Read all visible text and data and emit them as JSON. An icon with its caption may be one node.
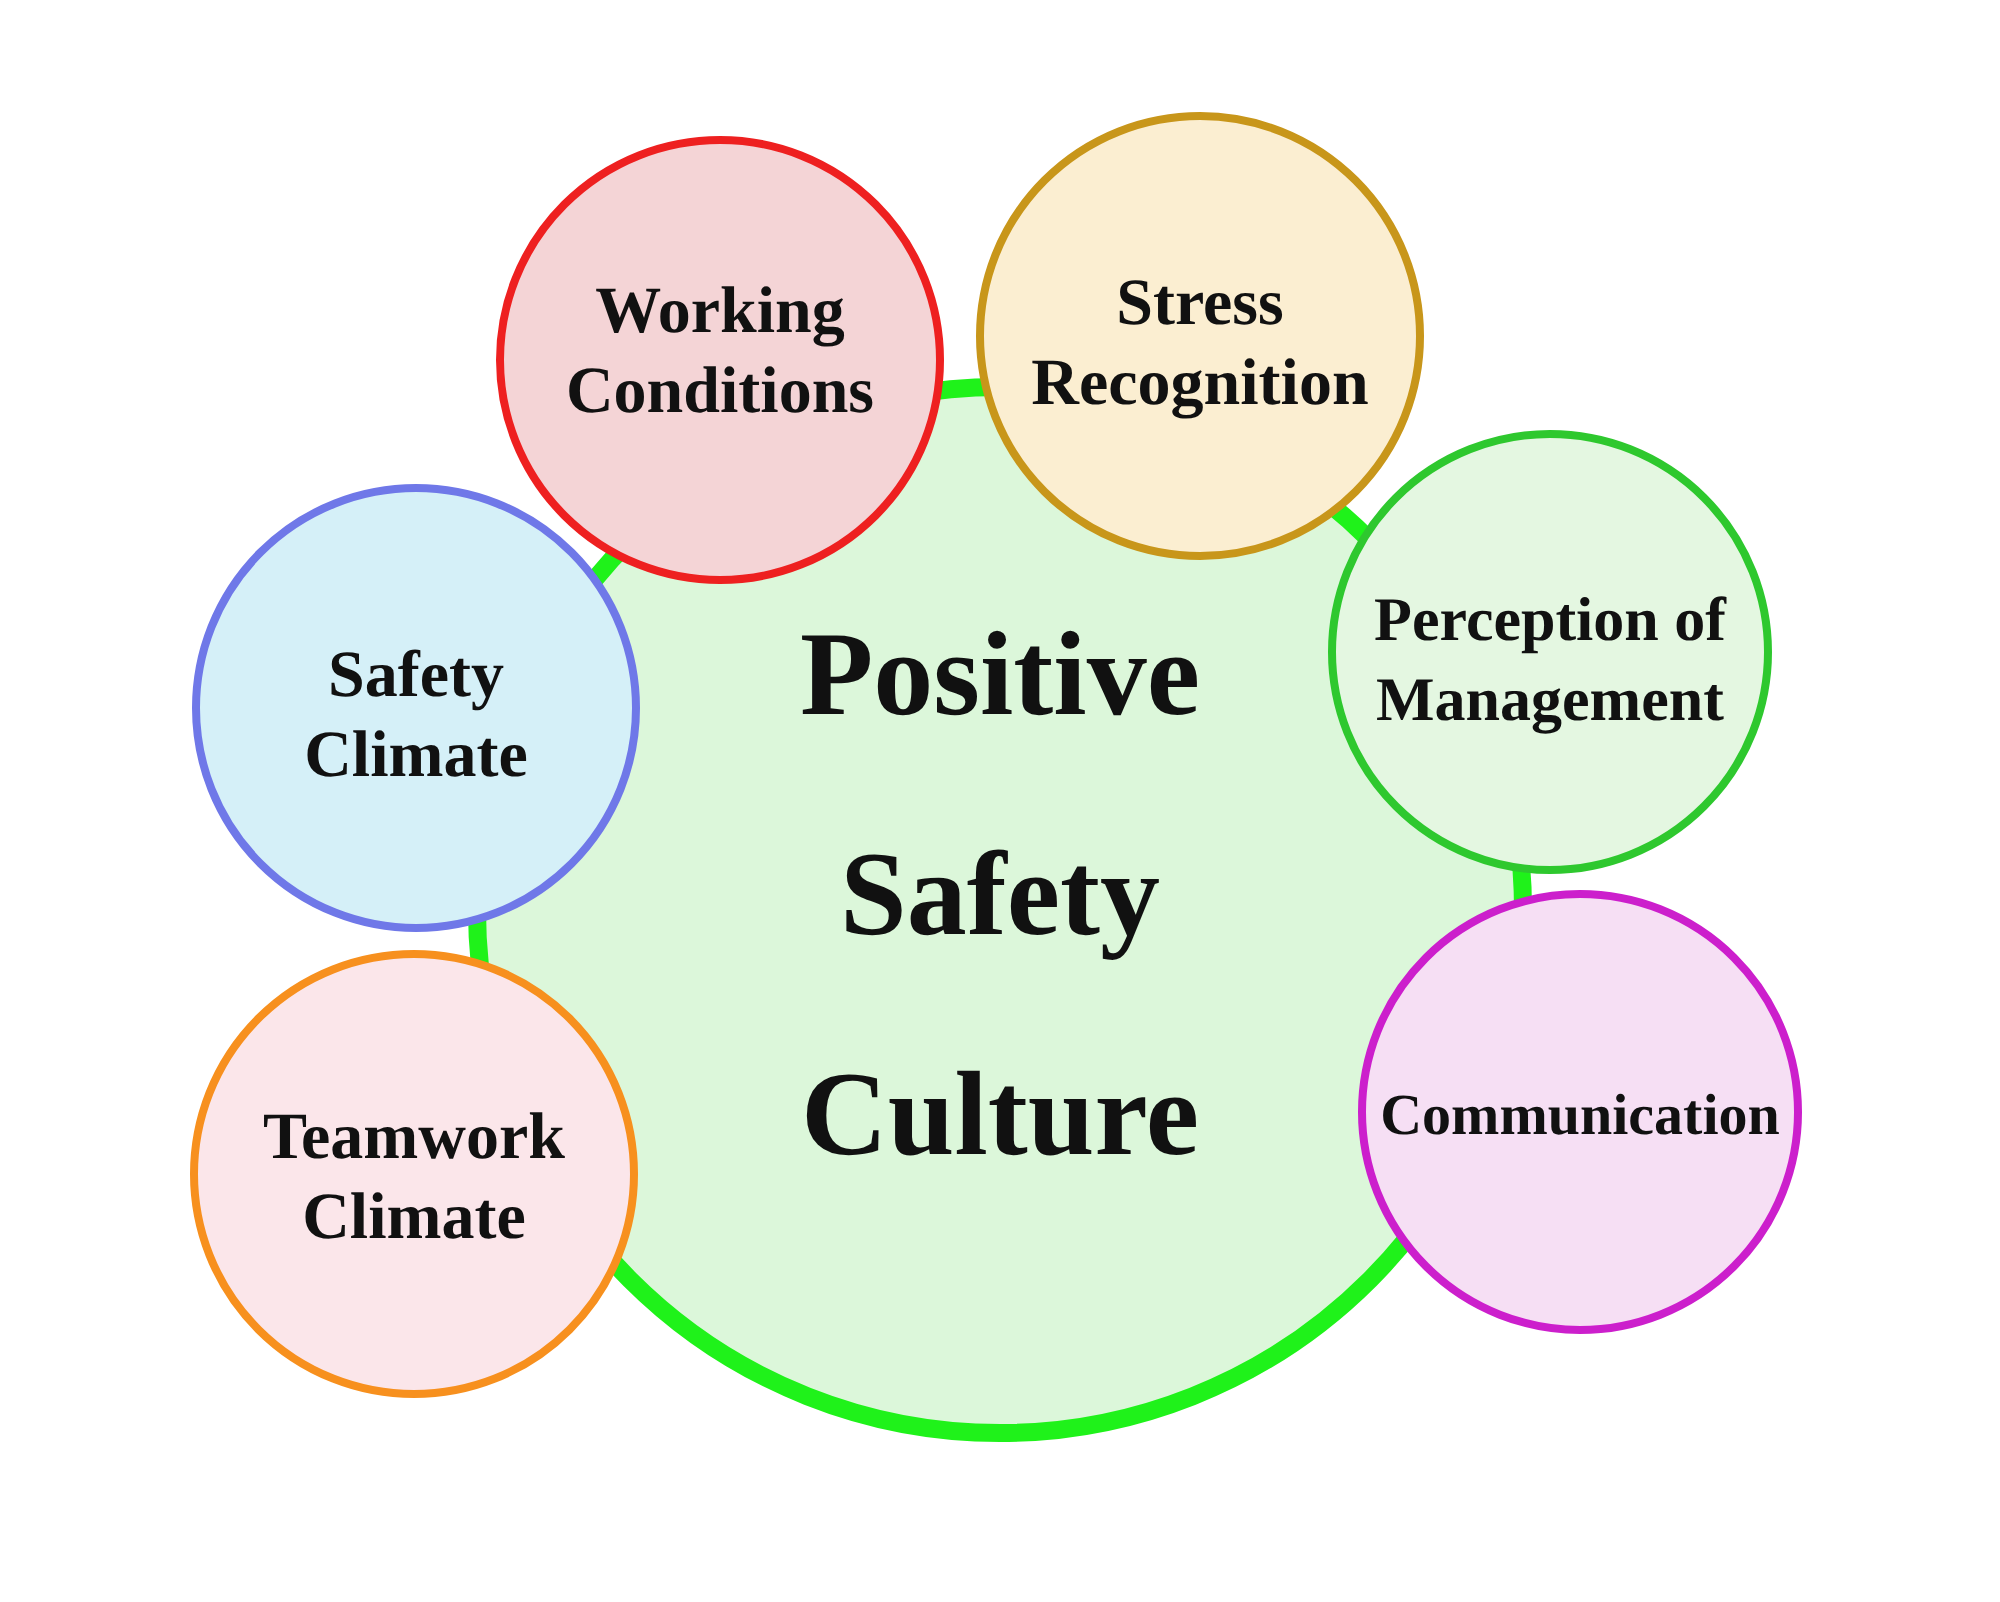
{
  "diagram": {
    "nodes": [
      {
        "text": [
          "Positive Safety Culture"
        ]
      },
      {
        "text": [
          "Working Conditions"
        ]
      },
      {
        "text": [
          "Stress Recognition"
        ]
      },
      {
        "text": [
          "Perception of Management"
        ]
      },
      {
        "text": [
          "Communication"
        ]
      },
      {
        "text": [
          "Teamwork Climate"
        ]
      },
      {
        "text": [
          "Safety Climate"
        ]
      }
    ]
  }
}
